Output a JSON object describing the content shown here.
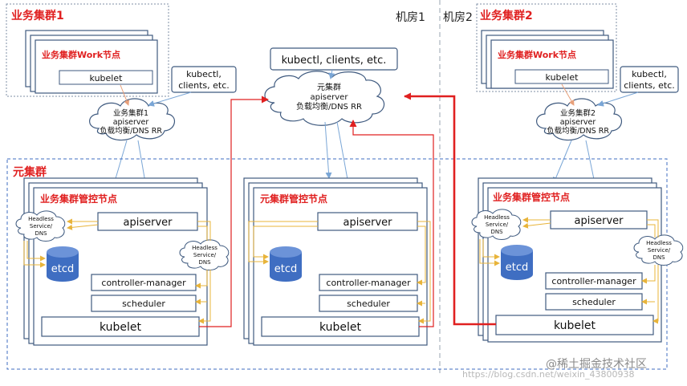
{
  "rooms": {
    "room1_label": "机房1",
    "room2_label": "机房2"
  },
  "left_business_cluster": {
    "title": "业务集群1",
    "work_node_label": "业务集群Work节点",
    "kubelet_label": "kubelet",
    "clients_line1": "kubectl,",
    "clients_line2": "clients, etc.",
    "cloud_line1": "业务集群1",
    "cloud_line2": "apiserver",
    "cloud_line3": "负载均衡/DNS RR"
  },
  "right_business_cluster": {
    "title": "业务集群2",
    "work_node_label": "业务集群Work节点",
    "kubelet_label": "kubelet",
    "clients_line1": "kubectl,",
    "clients_line2": "clients, etc.",
    "cloud_line1": "业务集群2",
    "cloud_line2": "apiserver",
    "cloud_line3": "负载均衡/DNS RR"
  },
  "meta_top": {
    "clients_label": "kubectl, clients, etc.",
    "cloud_line1": "元集群",
    "cloud_line2": "apiserver",
    "cloud_line3": "负载均衡/DNS RR"
  },
  "meta_cluster": {
    "title": "元集群"
  },
  "control_panels": {
    "left": {
      "title": "业务集群管控节点",
      "apiserver": "apiserver",
      "etcd": "etcd",
      "controller_manager": "controller-manager",
      "scheduler": "scheduler",
      "kubelet": "kubelet",
      "headless_a": [
        "Headless",
        "Service/",
        "DNS"
      ],
      "headless_b": [
        "Headless",
        "Service/",
        "DNS"
      ]
    },
    "middle": {
      "title": "元集群管控节点",
      "apiserver": "apiserver",
      "etcd": "etcd",
      "controller_manager": "controller-manager",
      "scheduler": "scheduler",
      "kubelet": "kubelet"
    },
    "right": {
      "title": "业务集群管控节点",
      "apiserver": "apiserver",
      "etcd": "etcd",
      "controller_manager": "controller-manager",
      "scheduler": "scheduler",
      "kubelet": "kubelet",
      "headless_a": [
        "Headless",
        "Service/",
        "DNS"
      ],
      "headless_b": [
        "Headless",
        "Service/",
        "DNS"
      ]
    }
  },
  "watermark": {
    "brand": "@稀土掘金技术社区",
    "url": "https://blog.csdn.net/weixin_43800938"
  },
  "colors": {
    "box_border": "#3f5a7f",
    "red_text": "#e02020",
    "red_line": "#e02020",
    "blue_line": "#7aa6d6",
    "yellow_line": "#e8b43a",
    "etcd_fill": "#3f6ec2",
    "dashed_outline": "#7f8fa6"
  }
}
